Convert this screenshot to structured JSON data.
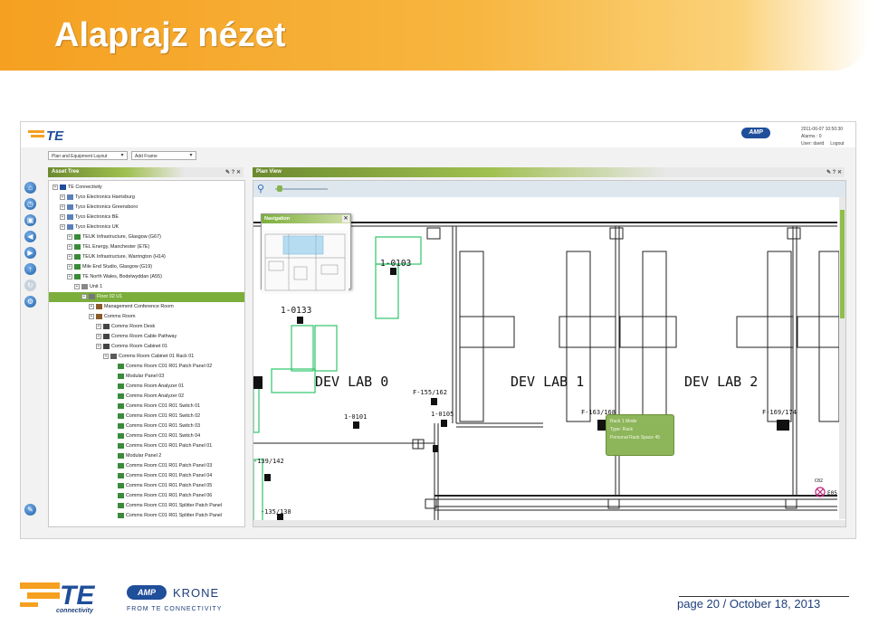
{
  "slide": {
    "title": "Alaprajz nézet",
    "footer_page": "page 20 /  October 18, 2013",
    "footer_brand_te_sub": "connectivity",
    "footer_krone": "KRONE",
    "footer_from": "FROM TE CONNECTIVITY",
    "footer_amp": "AMP"
  },
  "app": {
    "header": {
      "amp": "AMP",
      "datetime": "2011-06-07 10:50:30",
      "alarms": "Alarms : 0",
      "user": "User: david",
      "logout": "Logout"
    },
    "toolbar": {
      "layout_select": "Plan and Equipment Layout",
      "frame_select": "Add Frame"
    },
    "asset_tree": {
      "title": "Asset Tree",
      "rows": [
        {
          "label": "TE Connectivity",
          "indent": 0
        },
        {
          "label": "Tyco Electronics Harrisburg",
          "indent": 1
        },
        {
          "label": "Tyco Electronics Greensboro",
          "indent": 1
        },
        {
          "label": "Tyco Electronics BE",
          "indent": 1
        },
        {
          "label": "Tyco Electronics UK",
          "indent": 1
        },
        {
          "label": "TEUK Infrastructure, Glasgow (G67)",
          "indent": 2
        },
        {
          "label": "TEL Energy, Manchester (E7E)",
          "indent": 2
        },
        {
          "label": "TEUK Infrastructure, Warrington (H14)",
          "indent": 2
        },
        {
          "label": "Mile End Studio, Glasgow (G19)",
          "indent": 2
        },
        {
          "label": "TE North Wales, Bodelwyddan (A55)",
          "indent": 2
        },
        {
          "label": "Unit 1",
          "indent": 3
        },
        {
          "label": "Floor 02 U1",
          "indent": 4,
          "selected": true
        },
        {
          "label": "Management Conference Room",
          "indent": 5
        },
        {
          "label": "Comms Room",
          "indent": 5
        },
        {
          "label": "Comms Room Desk",
          "indent": 6
        },
        {
          "label": "Comms Room Cable Pathway",
          "indent": 6
        },
        {
          "label": "Comms Room Cabinet 01",
          "indent": 6
        },
        {
          "label": "Comms Room Cabinet 01 Rack 01",
          "indent": 7
        },
        {
          "label": "Comms Room C01 R01 Patch Panel 02",
          "indent": 8
        },
        {
          "label": "Modular Panel 03",
          "indent": 8
        },
        {
          "label": "Comms Room Analyzer 01",
          "indent": 8
        },
        {
          "label": "Comms Room Analyzer 02",
          "indent": 8
        },
        {
          "label": "Comms Room C01 R01 Switch 01",
          "indent": 8
        },
        {
          "label": "Comms Room C01 R01 Switch 02",
          "indent": 8
        },
        {
          "label": "Comms Room C01 R01 Switch 03",
          "indent": 8
        },
        {
          "label": "Comms Room C01 R01 Switch 04",
          "indent": 8
        },
        {
          "label": "Comms Room C01 R01 Patch Panel 01",
          "indent": 8
        },
        {
          "label": "Modular Panel 2",
          "indent": 8
        },
        {
          "label": "Comms Room C01 R01 Patch Panel 03",
          "indent": 8
        },
        {
          "label": "Comms Room C01 R01 Patch Panel 04",
          "indent": 8
        },
        {
          "label": "Comms Room C01 R01 Patch Panel 05",
          "indent": 8
        },
        {
          "label": "Comms Room C01 R01 Patch Panel 06",
          "indent": 8
        },
        {
          "label": "Comms Room C01 R01 Splitter Patch Panel",
          "indent": 8
        },
        {
          "label": "Comms Room C01 R01 Splitter Patch Panel",
          "indent": 8
        }
      ]
    },
    "plan_view": {
      "title": "Plan View",
      "navigation_title": "Navigation",
      "labels": {
        "dev_lab_0": "DEV LAB 0",
        "dev_lab_1": "DEV LAB 1",
        "dev_lab_2": "DEV LAB 2",
        "room_0103": "1-0103",
        "room_0133": "1-0133",
        "room_0101": "1-0101",
        "room_0105": "1-0105",
        "f155": "F-155/162",
        "f163": "F-163/168",
        "f169": "F-169/174",
        "f139": "-139/142",
        "f135": "-135/138",
        "c02": "C02",
        "e05": "E05"
      },
      "tooltip": {
        "name": "Rack 1 Mode",
        "type": "Type: Rack",
        "detail": "Personal Rack Space 45"
      }
    }
  }
}
